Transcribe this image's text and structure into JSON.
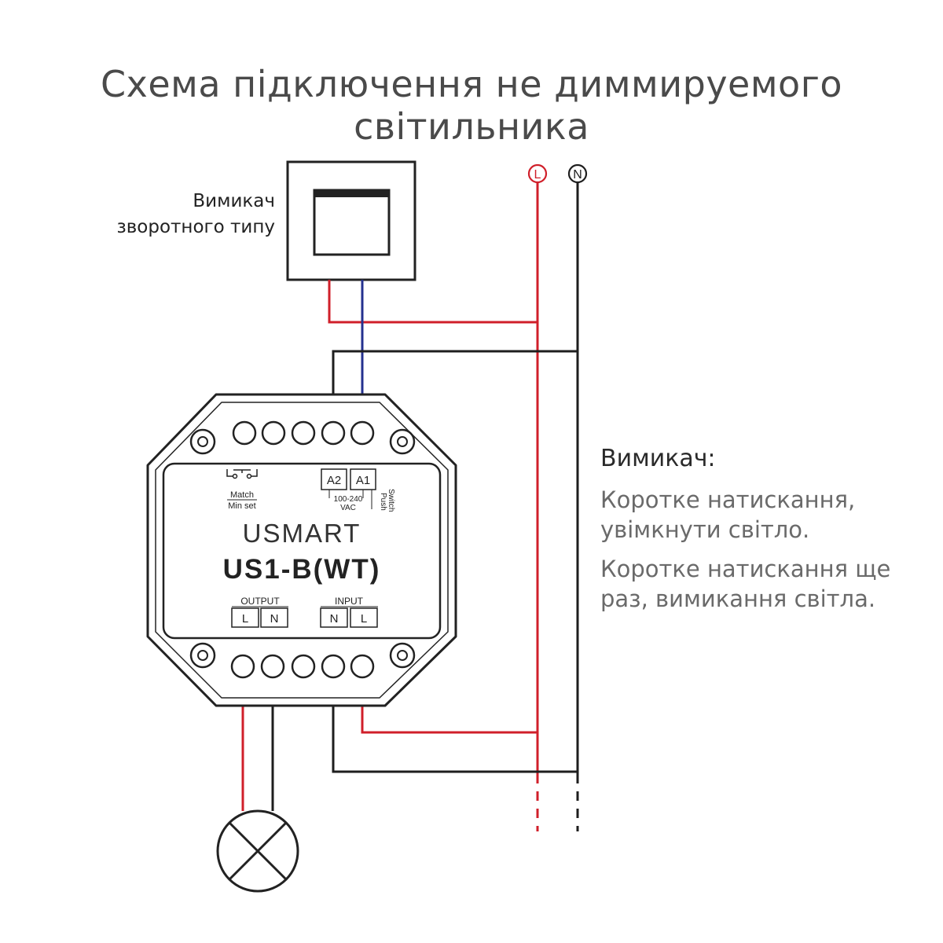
{
  "title": "Схема підключення не диммируемого світильника",
  "switch_label": {
    "line1": "Вимикач",
    "line2": "зворотного типу"
  },
  "lines": {
    "L": "L",
    "N": "N"
  },
  "device": {
    "brand": "USMART",
    "model": "US1-B(WT)",
    "match_label": "Match",
    "min_set_label": "Min set",
    "a2": "A2",
    "a1": "A1",
    "voltage": "100-240",
    "vac": "VAC",
    "push": "Push",
    "switch": "Switch",
    "output_label": "OUTPUT",
    "input_label": "INPUT",
    "out_l": "L",
    "out_n": "N",
    "in_n": "N",
    "in_l": "L"
  },
  "panel": {
    "heading": "Вимикач:",
    "para1": "Коротке натискання, увімкнути світло.",
    "para2": "Коротке натискання ще раз, вимикання світла."
  },
  "colors": {
    "live": "#d01f2a",
    "neutral": "#1e1e1e",
    "signal": "#24318f",
    "outline": "#222222"
  }
}
